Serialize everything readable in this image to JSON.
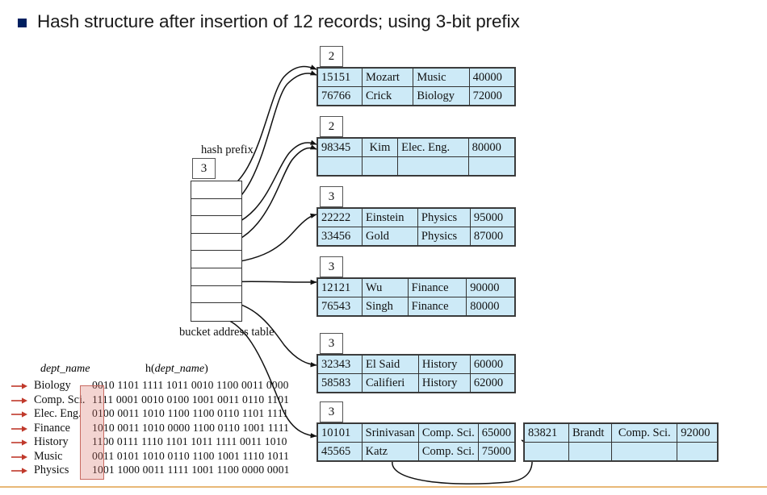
{
  "slide": {
    "title": "Hash structure after insertion of 12 records; using 3-bit prefix",
    "bullet_icon": "square-bullet-icon",
    "bullet_color": "#002060",
    "footer_rule_color": "#e8b877"
  },
  "labels": {
    "hash_prefix": "hash prefix",
    "bucket_address_table": "bucket address table",
    "global_depth": "3"
  },
  "bucket_address_table": {
    "slot_count": 8,
    "slots": [
      "",
      "",
      "",
      "",
      "",
      "",
      "",
      ""
    ]
  },
  "buckets": [
    {
      "name": "bucket-music-biology",
      "local_depth": "2",
      "rows": [
        {
          "id": "15151",
          "name": "Mozart",
          "dept": "Music",
          "salary": "40000"
        },
        {
          "id": "76766",
          "name": "Crick",
          "dept": "Biology",
          "salary": "72000"
        }
      ]
    },
    {
      "name": "bucket-elec-eng",
      "local_depth": "2",
      "rows": [
        {
          "id": "98345",
          "name": "Kim",
          "dept": "Elec. Eng.",
          "salary": "80000"
        },
        {
          "id": "",
          "name": "",
          "dept": "",
          "salary": ""
        }
      ]
    },
    {
      "name": "bucket-physics",
      "local_depth": "3",
      "rows": [
        {
          "id": "22222",
          "name": "Einstein",
          "dept": "Physics",
          "salary": "95000"
        },
        {
          "id": "33456",
          "name": "Gold",
          "dept": "Physics",
          "salary": "87000"
        }
      ]
    },
    {
      "name": "bucket-finance",
      "local_depth": "3",
      "rows": [
        {
          "id": "12121",
          "name": "Wu",
          "dept": "Finance",
          "salary": "90000"
        },
        {
          "id": "76543",
          "name": "Singh",
          "dept": "Finance",
          "salary": "80000"
        }
      ]
    },
    {
      "name": "bucket-history",
      "local_depth": "3",
      "rows": [
        {
          "id": "32343",
          "name": "El Said",
          "dept": "History",
          "salary": "60000"
        },
        {
          "id": "58583",
          "name": "Califieri",
          "dept": "History",
          "salary": "62000"
        }
      ]
    },
    {
      "name": "bucket-comp-sci",
      "local_depth": "3",
      "rows": [
        {
          "id": "10101",
          "name": "Srinivasan",
          "dept": "Comp. Sci.",
          "salary": "65000"
        },
        {
          "id": "45565",
          "name": "Katz",
          "dept": "Comp. Sci.",
          "salary": "75000"
        }
      ]
    }
  ],
  "overflow_bucket": {
    "name": "overflow-bucket-comp-sci",
    "rows": [
      {
        "id": "83821",
        "name": "Brandt",
        "dept": "Comp. Sci.",
        "salary": "92000"
      },
      {
        "id": "",
        "name": "",
        "dept": "",
        "salary": ""
      }
    ]
  },
  "hash_legend": {
    "col_dept": "dept_name",
    "col_hash_prefix": "h(",
    "col_hash_suffix": ")",
    "col_hash_italic": "dept_name",
    "highlight_color": "#c86b62",
    "rows": [
      {
        "dept": "Biology",
        "hash": "0010 1101 1111 1011 0010 1100 0011 0000"
      },
      {
        "dept": "Comp. Sci.",
        "hash": "1111 0001 0010 0100 1001 0011 0110 1101"
      },
      {
        "dept": "Elec. Eng.",
        "hash": "0100 0011 1010 1100 1100 0110 1101 1111"
      },
      {
        "dept": "Finance",
        "hash": "1010 0011 1010 0000 1100 0110 1001 1111"
      },
      {
        "dept": "History",
        "hash": "1100 0111 1110 1101 1011 1111 0011 1010"
      },
      {
        "dept": "Music",
        "hash": "0011 0101 1010 0110 1100 1001 1110 1011"
      },
      {
        "dept": "Physics",
        "hash": "1001 1000 0011 1111 1001 1100 0000 0001"
      }
    ]
  }
}
